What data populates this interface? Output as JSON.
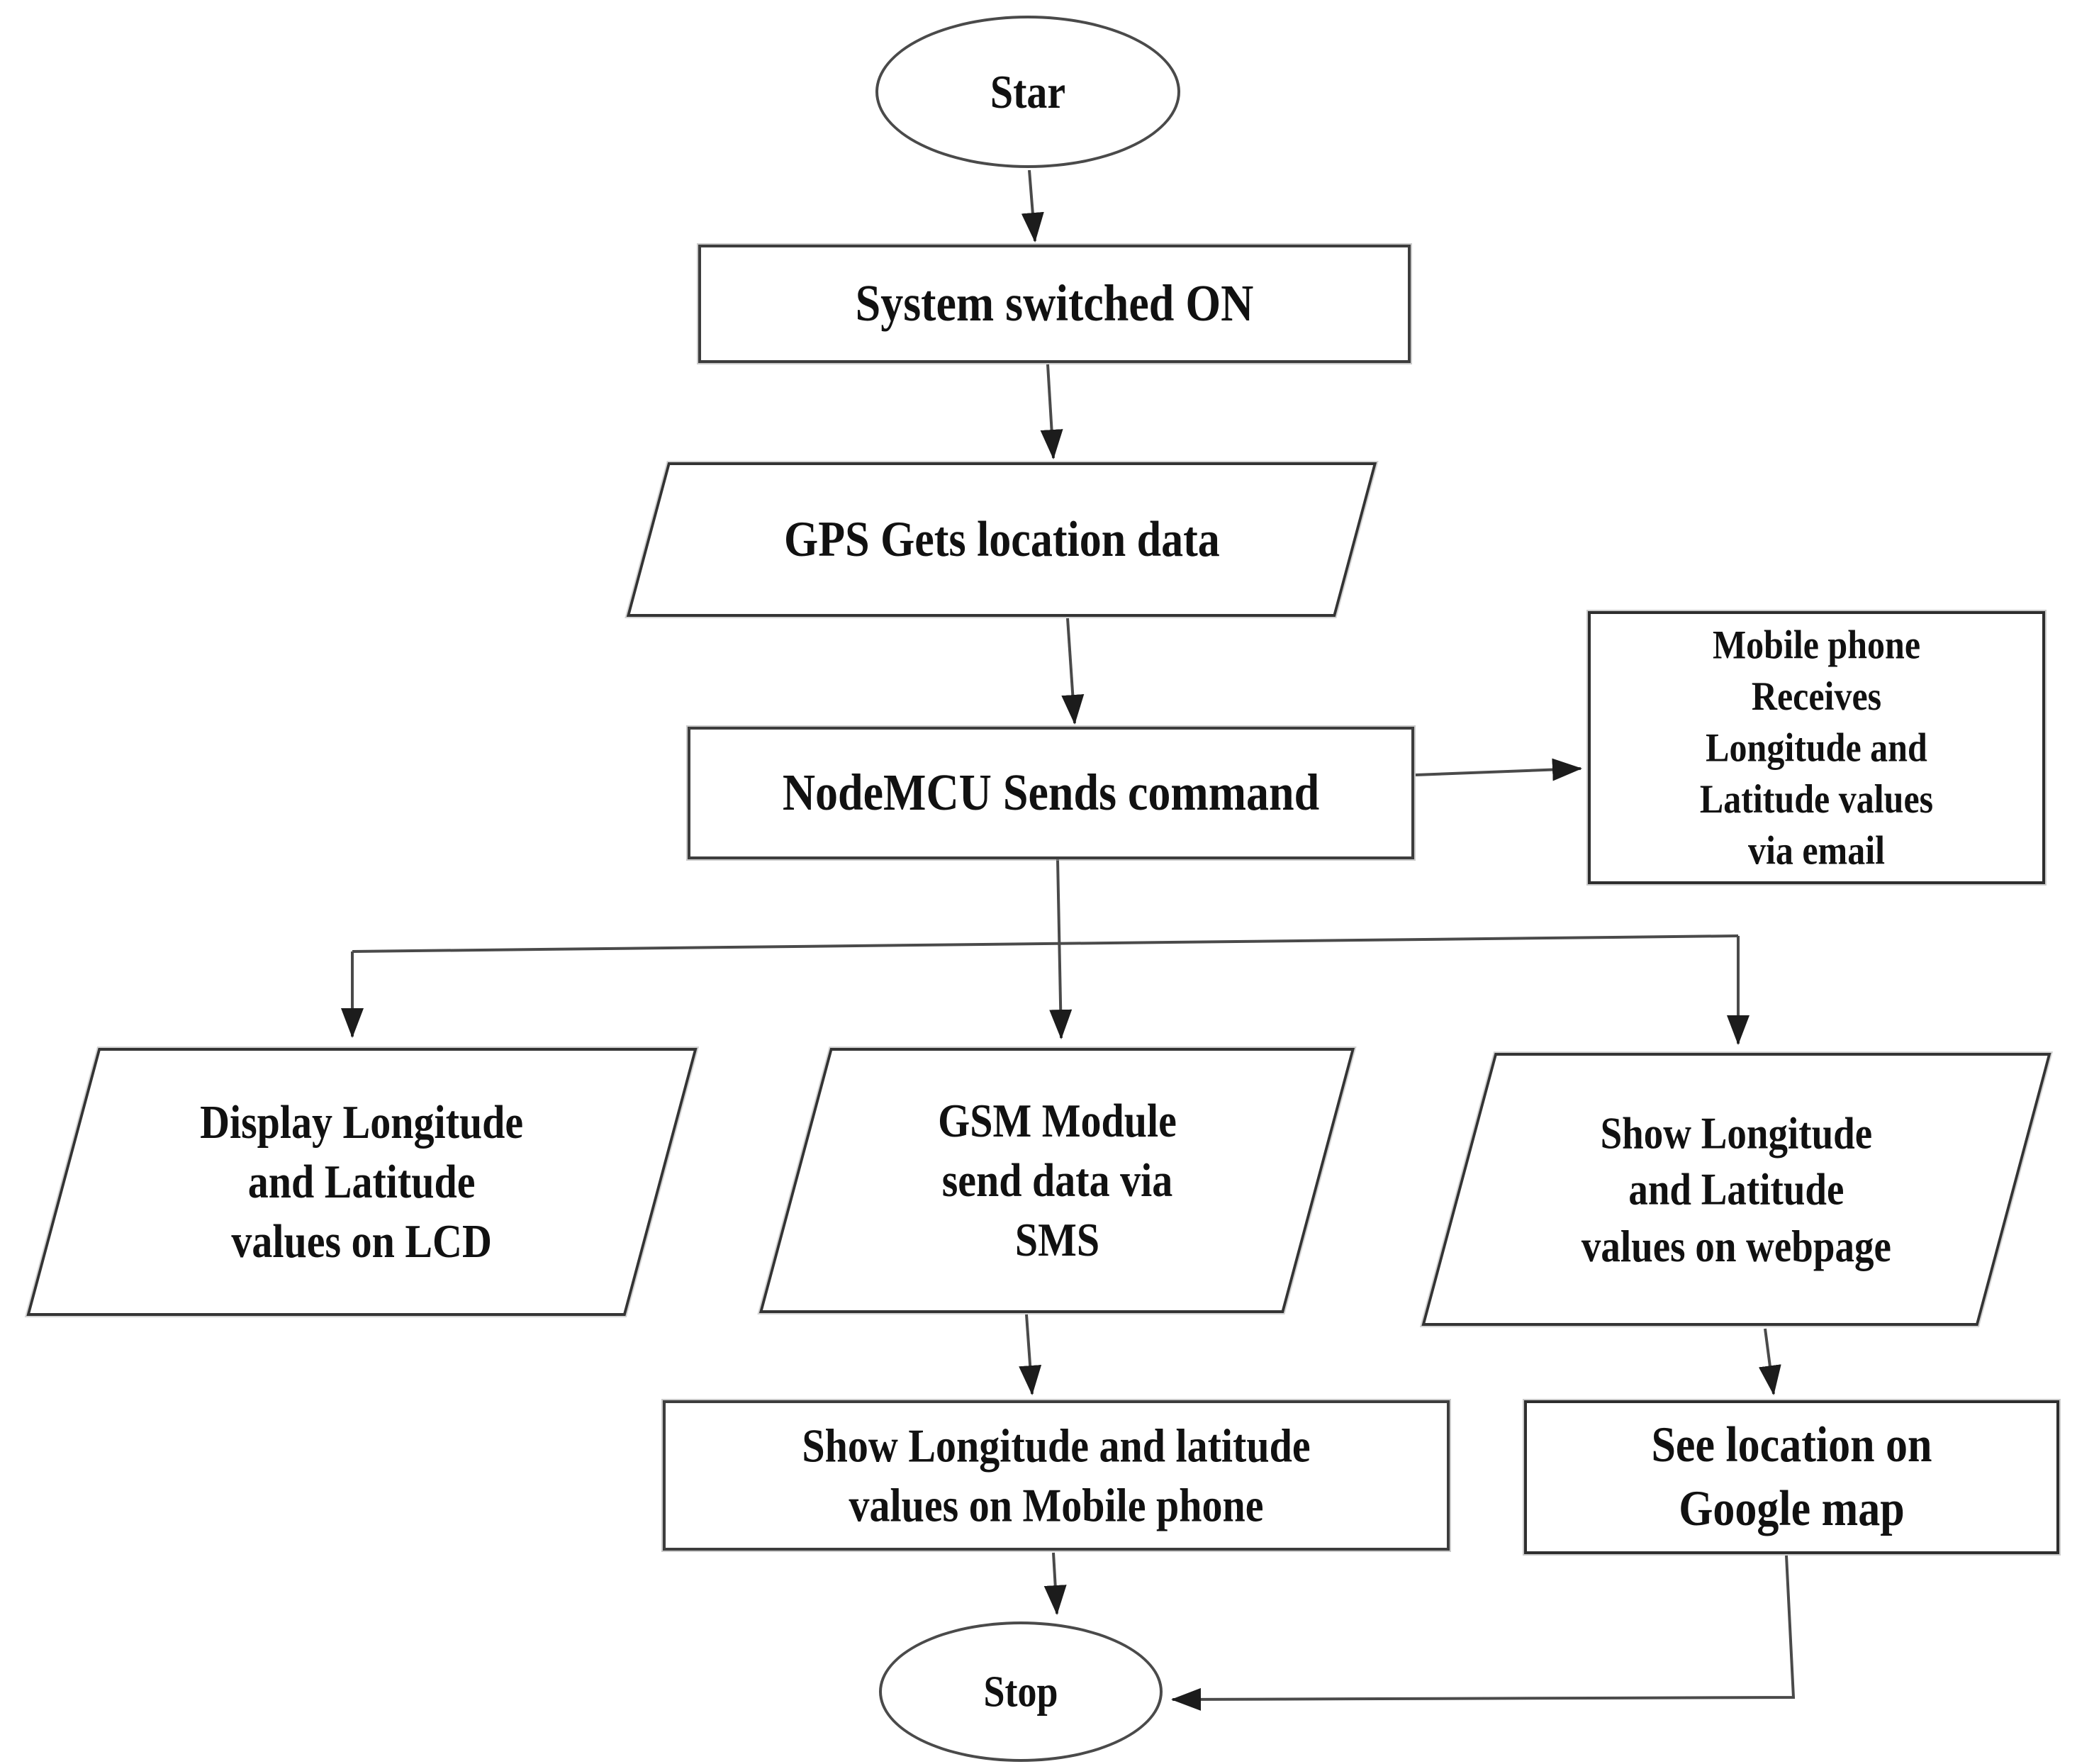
{
  "nodes": {
    "start": {
      "shape": "ellipse",
      "label": "Star"
    },
    "system_on": {
      "shape": "rectangle",
      "label": "System switched ON"
    },
    "gps": {
      "shape": "parallelogram",
      "label": "GPS Gets location data"
    },
    "nodemcu": {
      "shape": "rectangle",
      "label": "NodeMCU Sends command"
    },
    "email": {
      "shape": "rectangle",
      "label": "Mobile phone\nReceives\nLongitude and\nLatitude values\nvia email"
    },
    "lcd": {
      "shape": "parallelogram",
      "label": "Display Longitude\nand Latitude\nvalues on LCD"
    },
    "gsm": {
      "shape": "parallelogram",
      "label": "GSM Module\nsend data via\nSMS"
    },
    "webpage": {
      "shape": "parallelogram",
      "label": "Show Longitude\nand Latitude\nvalues on webpage"
    },
    "mobile": {
      "shape": "rectangle",
      "label": "Show Longitude and latitude\nvalues on Mobile phone"
    },
    "google": {
      "shape": "rectangle",
      "label": "See location on\nGoogle map"
    },
    "stop": {
      "shape": "ellipse",
      "label": "Stop"
    }
  },
  "edges": [
    {
      "from": "start",
      "to": "system_on"
    },
    {
      "from": "system_on",
      "to": "gps"
    },
    {
      "from": "gps",
      "to": "nodemcu"
    },
    {
      "from": "nodemcu",
      "to": "email"
    },
    {
      "from": "nodemcu",
      "to": "lcd"
    },
    {
      "from": "nodemcu",
      "to": "gsm"
    },
    {
      "from": "nodemcu",
      "to": "webpage"
    },
    {
      "from": "gsm",
      "to": "mobile"
    },
    {
      "from": "webpage",
      "to": "google"
    },
    {
      "from": "mobile",
      "to": "stop"
    },
    {
      "from": "google",
      "to": "stop"
    }
  ],
  "colors": {
    "stroke": "#4a4a4a",
    "border": "#3d3d3d",
    "arrowhead": "#1c1c1c",
    "text": "#111111",
    "background": "#ffffff"
  }
}
